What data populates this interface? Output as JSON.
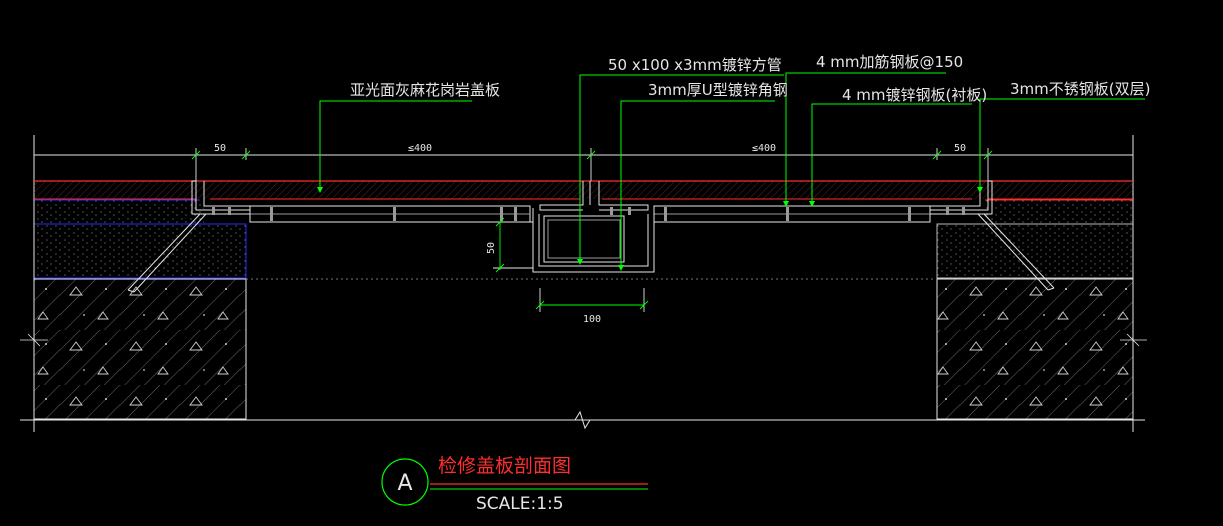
{
  "annotations": {
    "granite_cover": "亚光面灰麻花岗岩盖板",
    "square_tube": "50 x100 x3mm镀锌方管",
    "u_angle": "3mm厚U型镀锌角钢",
    "rib_plate": "4 mm加筋钢板@150",
    "galv_plate": "4 mm镀锌钢板(衬板)",
    "stainless_plate": "3mm不锈钢板(双层)"
  },
  "dimensions": {
    "left_50": "50",
    "left_400": "≤400",
    "right_400": "≤400",
    "right_50": "50",
    "tube_height": "50",
    "tube_width": "100"
  },
  "title_block": {
    "section_letter": "A",
    "title": "检修盖板剖面图",
    "scale": "SCALE:1:5"
  },
  "colors": {
    "background": "#000000",
    "leader_green": "#00ff00",
    "red_line": "#ff2d2d",
    "blue_line": "#2a2aff",
    "white": "#e6e6e6",
    "grey": "#9a9a9a"
  }
}
